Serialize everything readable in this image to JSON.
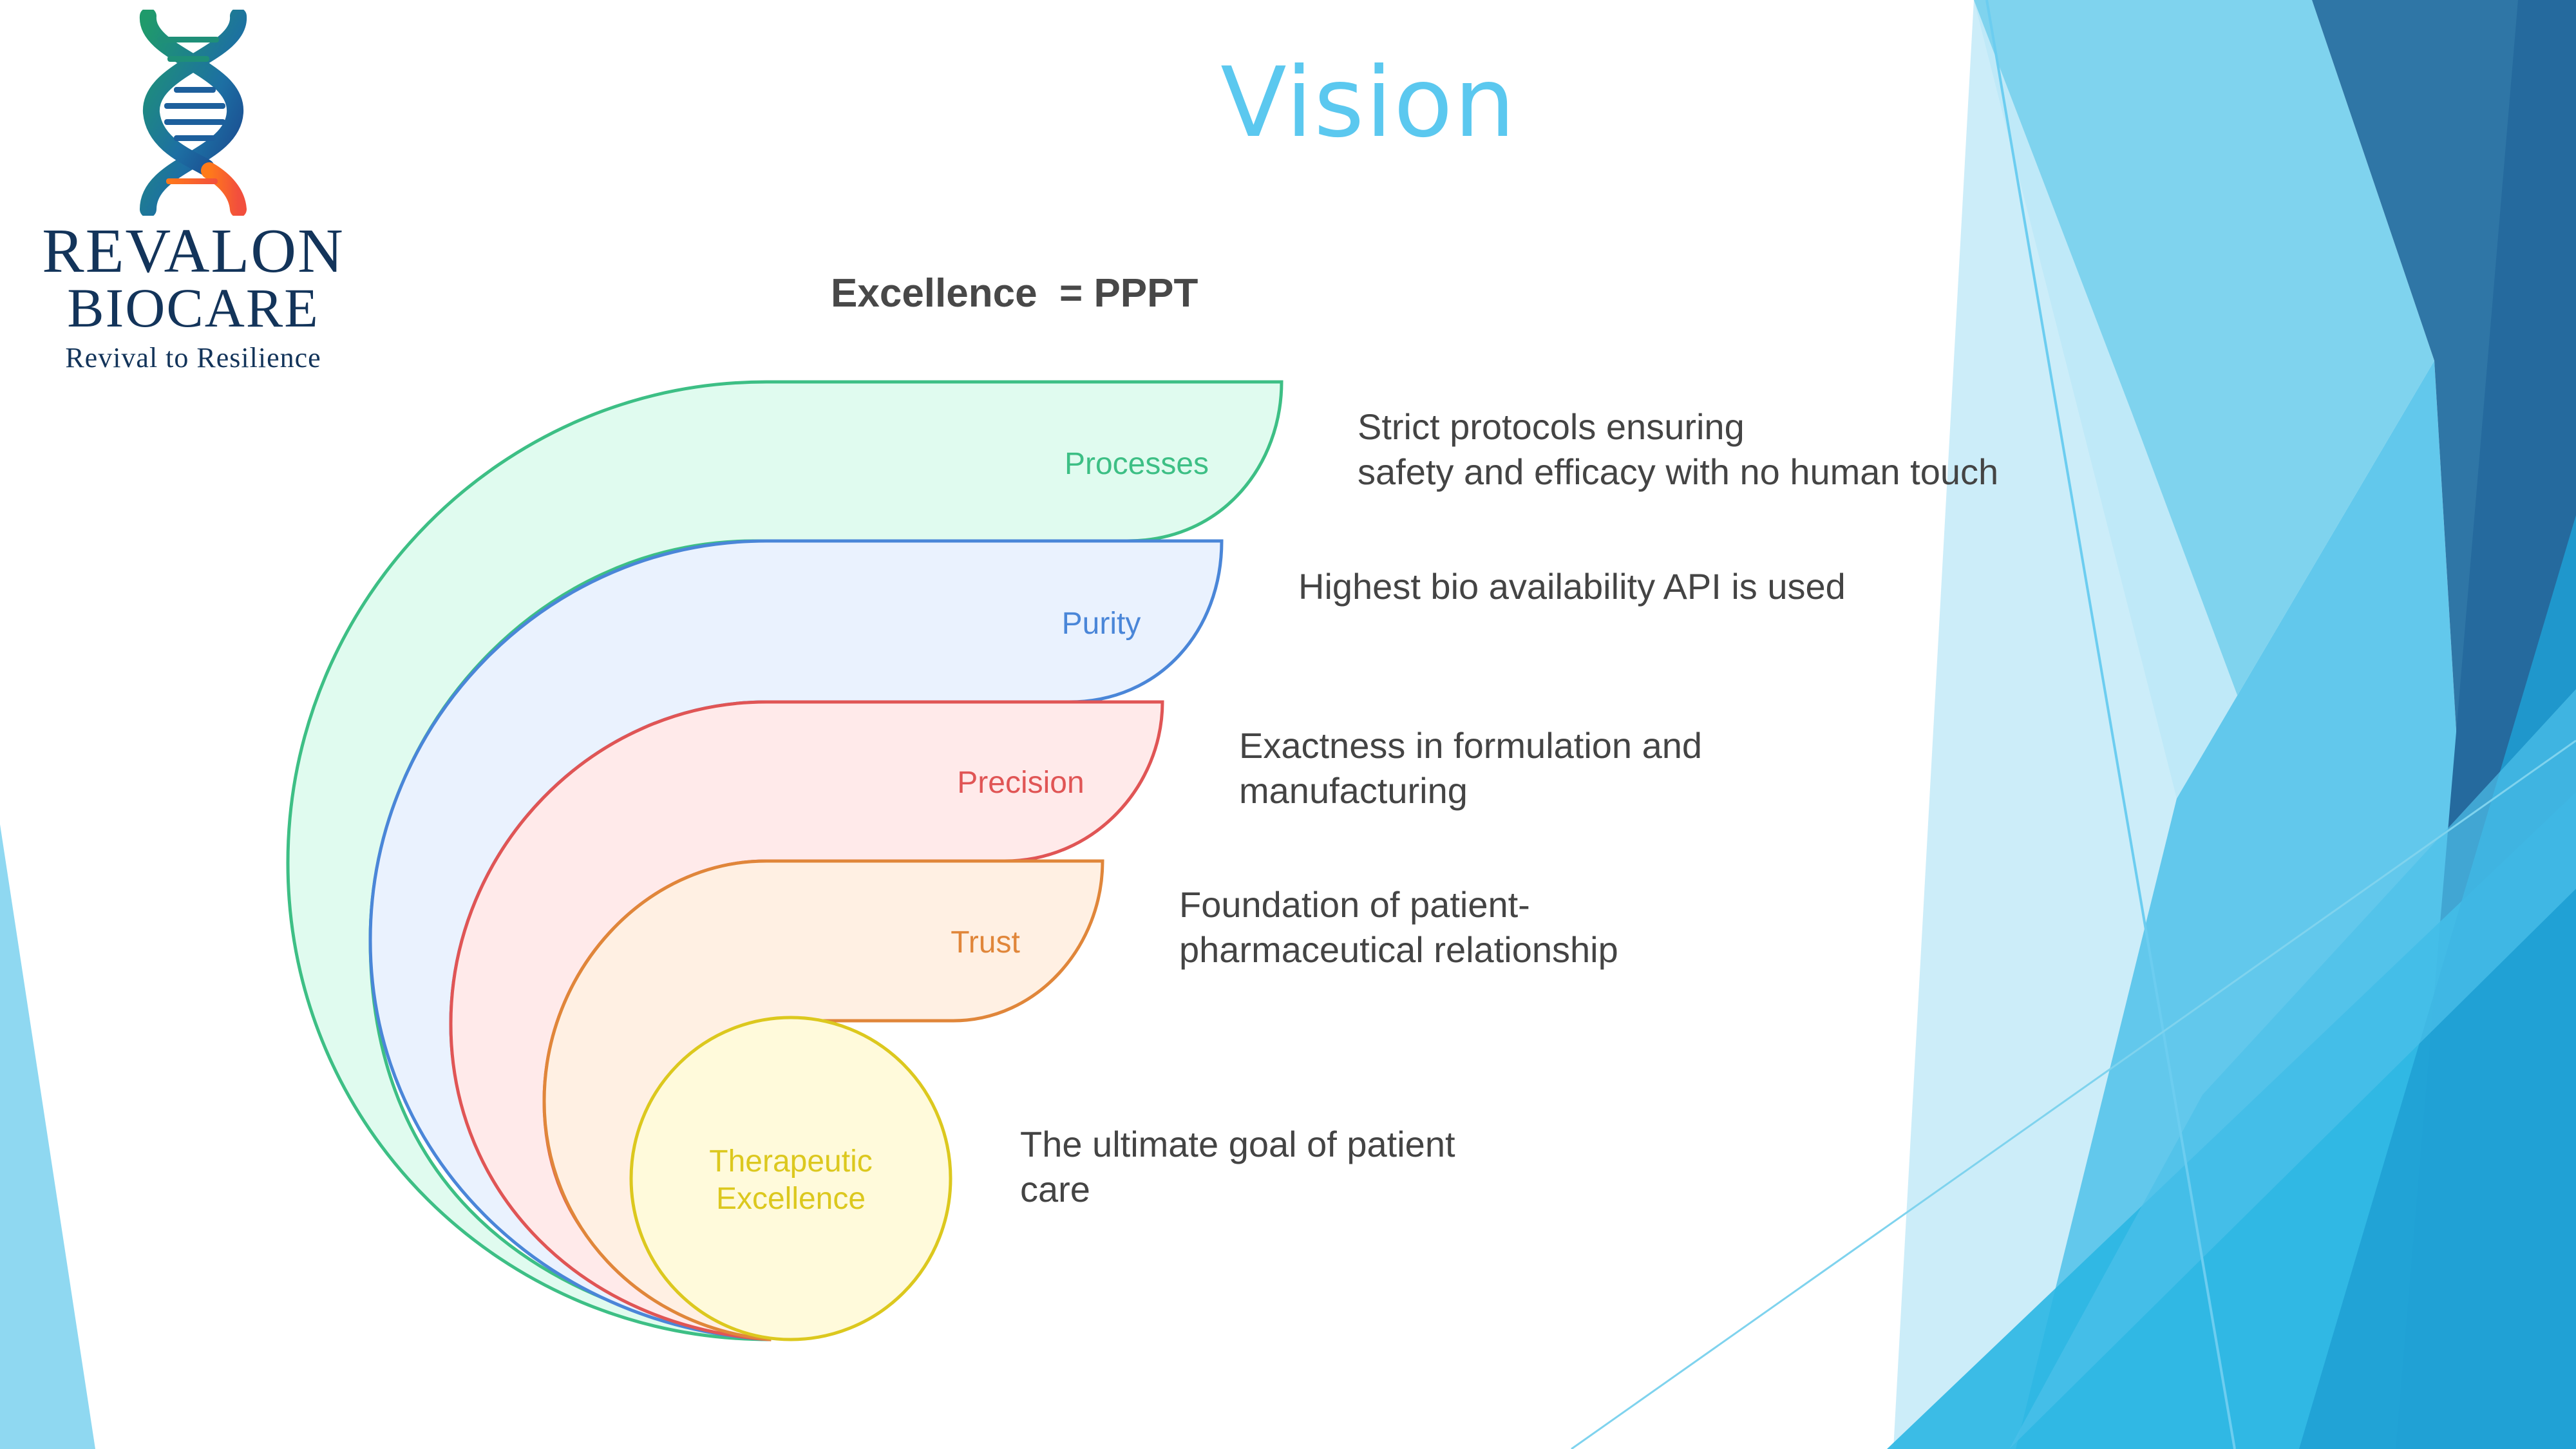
{
  "slide": {
    "title": "Vision",
    "formula": "Excellence  = PPPT"
  },
  "logo": {
    "name_line1": "REVALON",
    "name_line2": "BIOCARE",
    "tagline": "Revival to Resilience",
    "icon": "dna-helix-icon"
  },
  "diagram": {
    "layers": [
      {
        "label": "Processes",
        "description": "Strict protocols ensuring\nsafety and efficacy with no human touch",
        "stroke": "#3dbf85",
        "fill": "#e0fbef"
      },
      {
        "label": "Purity",
        "description": "Highest bio availability API is used",
        "stroke": "#4a86d8",
        "fill": "#eaf2fe"
      },
      {
        "label": "Precision",
        "description": "Exactness in formulation and\nmanufacturing",
        "stroke": "#e05555",
        "fill": "#ffeaea"
      },
      {
        "label": "Trust",
        "description": "Foundation of patient-\npharmaceutical relationship",
        "stroke": "#e0863a",
        "fill": "#fff0e3"
      },
      {
        "label": "Therapeutic\nExcellence",
        "description": "The ultimate goal of patient\ncare",
        "stroke": "#dcc81e",
        "fill": "#fffadb"
      }
    ]
  },
  "theme": {
    "accent_light": "#7fd3ee",
    "accent_mid": "#4fc0e8",
    "accent_dark": "#2a6fa3",
    "text_dark": "#444444"
  }
}
